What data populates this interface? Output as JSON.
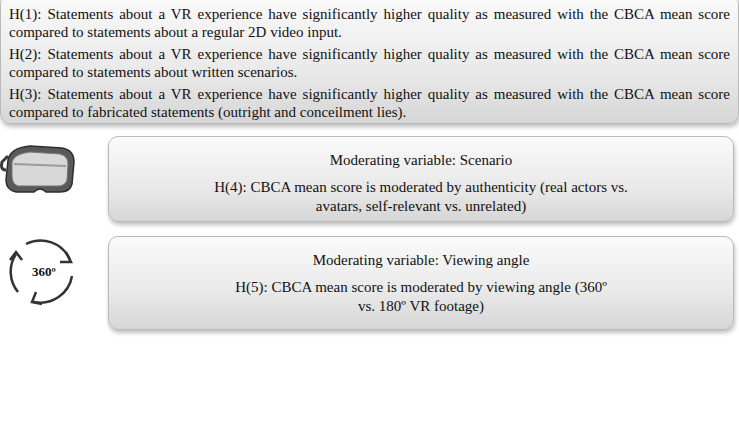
{
  "diagram": {
    "nodes": [
      {
        "text": [
          "H(1): Statements about a VR experience have significantly higher quality as measured with the CBCA mean score compared to statements about a regular 2D video input.",
          "H(2): Statements about a VR experience have significantly higher quality as measured with the CBCA mean score compared to statements about written scenarios.",
          "H(3): Statements about a VR experience have significantly higher quality as measured with the CBCA mean score compared to fabricated statements (outright and conceilment lies)."
        ]
      },
      {
        "text": [
          "Moderating variable: Scenario",
          "H(4): CBCA mean score is moderated by authenticity (real actors vs. avatars, self-relevant vs. unrelated)"
        ]
      },
      {
        "text": [
          "Moderating variable: Viewing angle",
          "H(5): CBCA mean score is moderated by viewing angle (360º vs. 180º VR footage)"
        ]
      }
    ],
    "labels": [
      "360º"
    ]
  }
}
